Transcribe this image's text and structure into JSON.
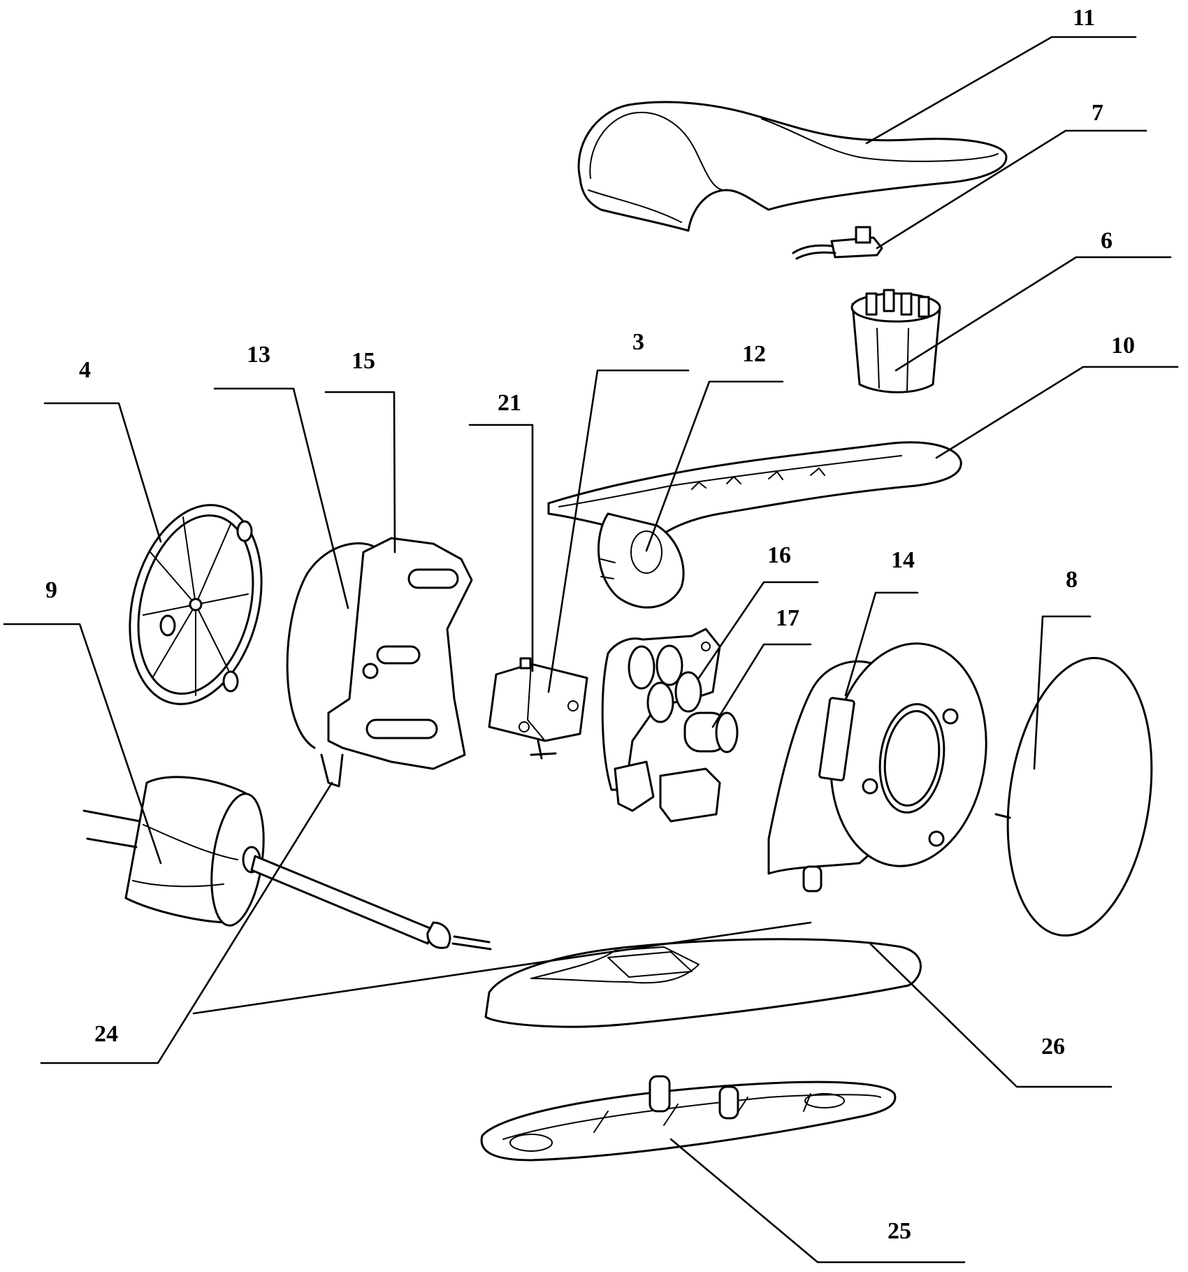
{
  "figure": {
    "type": "exploded-view patent drawing",
    "ink_color": "#000000",
    "background_color": "#ffffff"
  },
  "labels": [
    {
      "id": "11",
      "text": "11"
    },
    {
      "id": "7",
      "text": "7"
    },
    {
      "id": "6",
      "text": "6"
    },
    {
      "id": "10",
      "text": "10"
    },
    {
      "id": "12",
      "text": "12"
    },
    {
      "id": "3",
      "text": "3"
    },
    {
      "id": "21",
      "text": "21"
    },
    {
      "id": "15",
      "text": "15"
    },
    {
      "id": "13",
      "text": "13"
    },
    {
      "id": "4",
      "text": "4"
    },
    {
      "id": "9",
      "text": "9"
    },
    {
      "id": "16",
      "text": "16"
    },
    {
      "id": "17",
      "text": "17"
    },
    {
      "id": "14",
      "text": "14"
    },
    {
      "id": "8",
      "text": "8"
    },
    {
      "id": "24",
      "text": "24"
    },
    {
      "id": "26",
      "text": "26"
    },
    {
      "id": "25",
      "text": "25"
    }
  ]
}
